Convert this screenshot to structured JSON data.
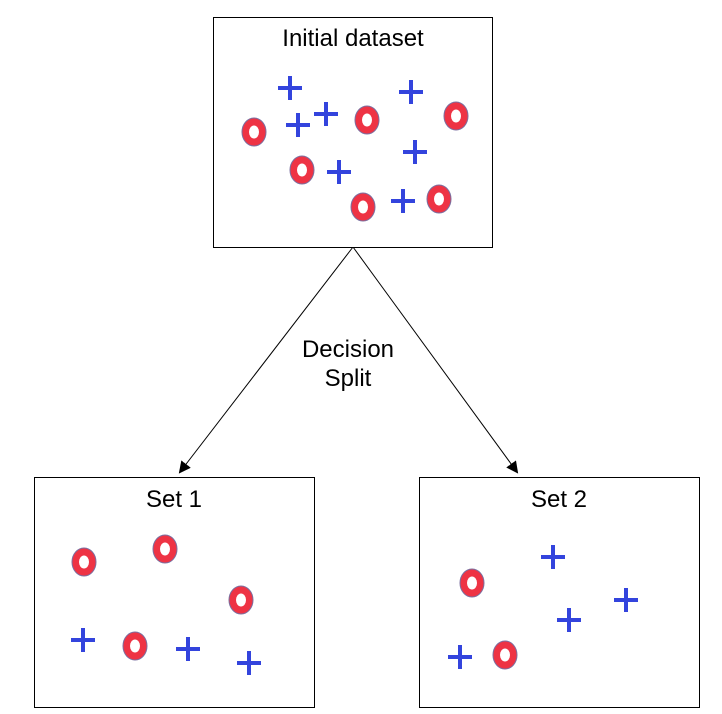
{
  "diagram": {
    "nodes": [
      {
        "id": "initial",
        "title": "Initial dataset"
      },
      {
        "id": "set1",
        "title": "Set 1"
      },
      {
        "id": "set2",
        "title": "Set 2"
      }
    ],
    "edge_label_line1": "Decision",
    "edge_label_line2": "Split",
    "edges": [
      {
        "from": "initial",
        "to": "set1"
      },
      {
        "from": "initial",
        "to": "set2"
      }
    ]
  },
  "legend_markers": {
    "circle_class": {
      "shape": "ring",
      "fill": "#ee3344",
      "hole": "#ffffff"
    },
    "plus_class": {
      "shape": "plus",
      "stroke": "#3344dd"
    }
  },
  "colors": {
    "circle": "#ee3344",
    "plus": "#3344dd",
    "box_border": "#000000"
  }
}
